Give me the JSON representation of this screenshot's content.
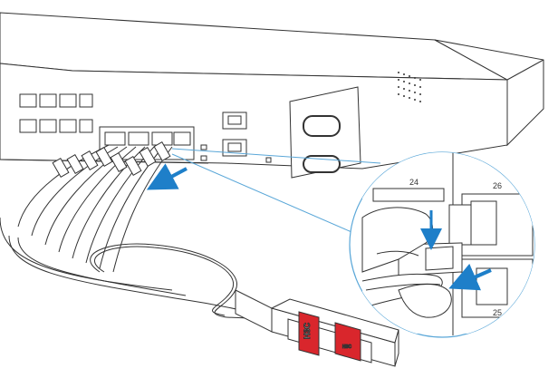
{
  "callout": {
    "port_top_left": "24",
    "port_top_right": "26",
    "port_bottom_right": "25"
  },
  "module": {
    "brand_mark": "H3C"
  },
  "colors": {
    "line": "#333333",
    "accent_arrow": "#1e7fc9",
    "module_red": "#d9262c",
    "callout_line": "#5aa7d8"
  }
}
